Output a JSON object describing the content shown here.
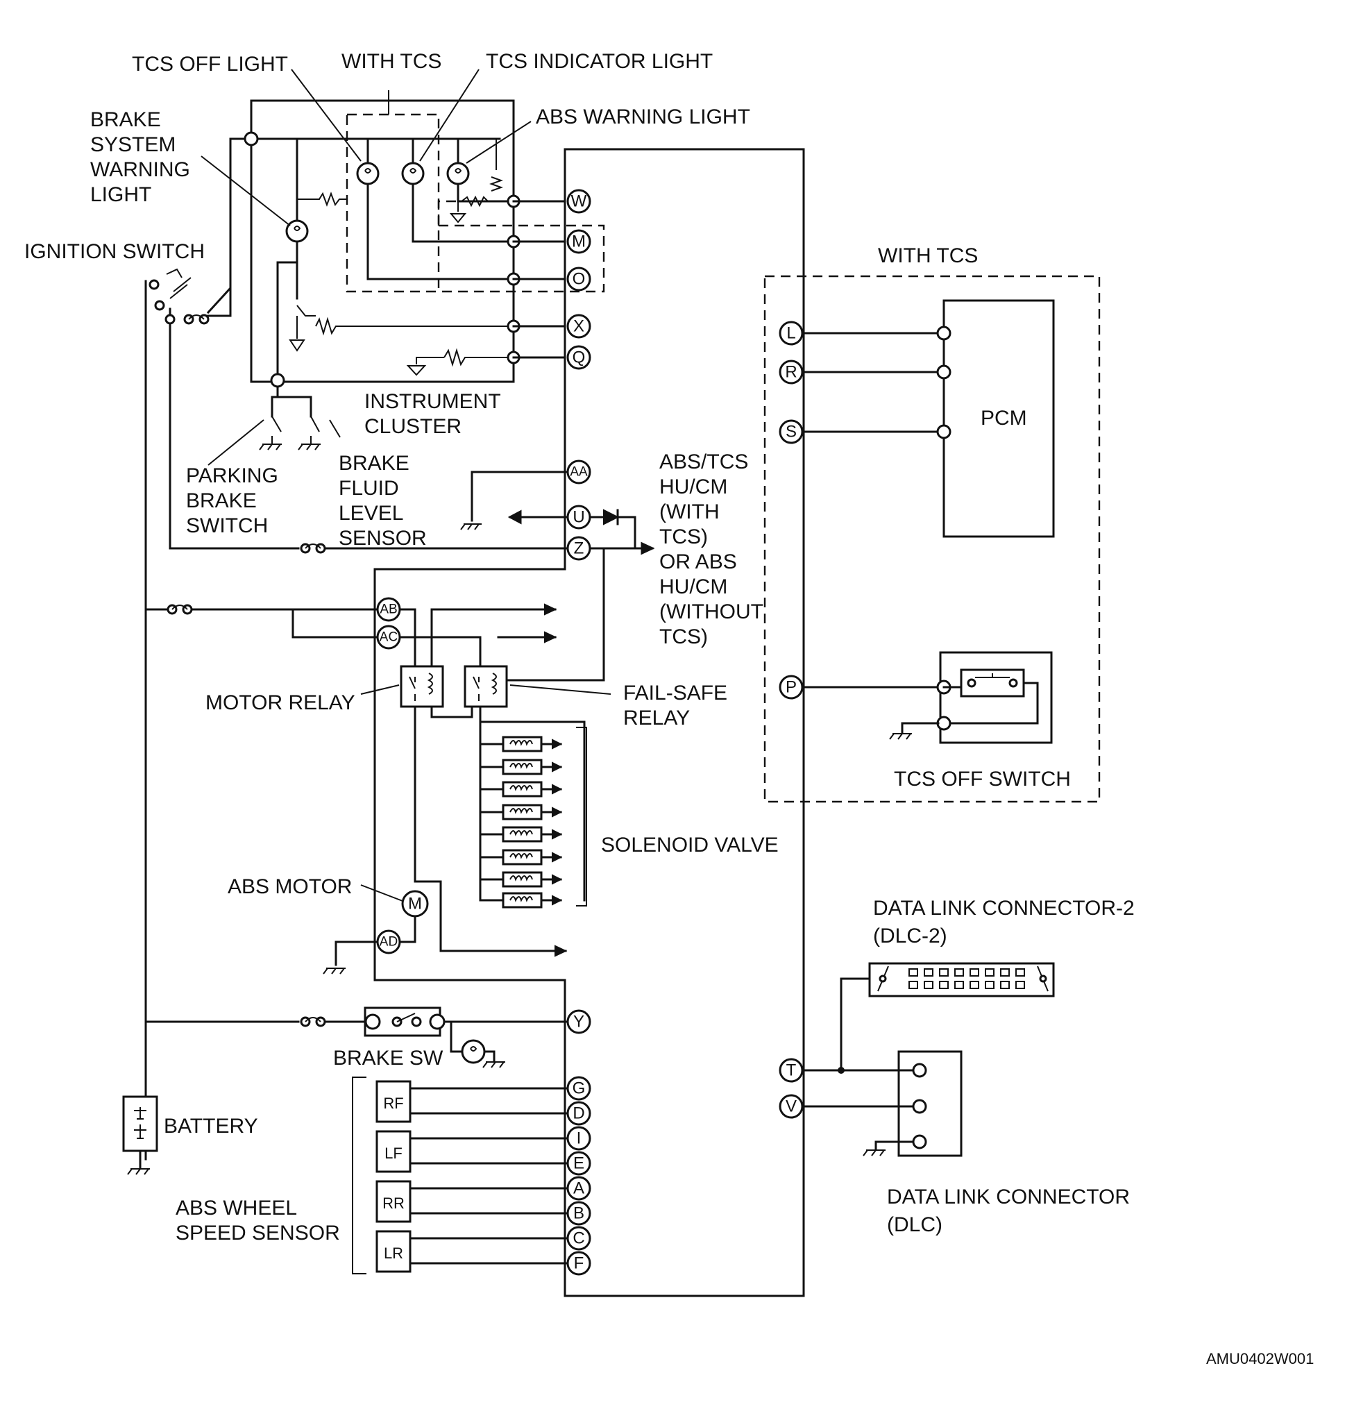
{
  "labels": {
    "tcs_off_light": "TCS OFF LIGHT",
    "with_tcs_top": "WITH TCS",
    "tcs_indicator_light": "TCS INDICATOR LIGHT",
    "abs_warning_light": "ABS WARNING LIGHT",
    "brake_warning_1": "BRAKE",
    "brake_warning_2": "SYSTEM",
    "brake_warning_3": "WARNING",
    "brake_warning_4": "LIGHT",
    "ignition_switch": "IGNITION SWITCH",
    "instrument_cluster_1": "INSTRUMENT",
    "instrument_cluster_2": "CLUSTER",
    "parking_brake_1": "PARKING",
    "parking_brake_2": "BRAKE",
    "parking_brake_3": "SWITCH",
    "brake_fluid_1": "BRAKE",
    "brake_fluid_2": "FLUID",
    "brake_fluid_3": "LEVEL",
    "brake_fluid_4": "SENSOR",
    "hucm_1": "ABS/TCS",
    "hucm_2": "HU/CM",
    "hucm_3": "(WITH",
    "hucm_4": "TCS)",
    "hucm_5": "OR ABS",
    "hucm_6": "HU/CM",
    "hucm_7": "(WITHOUT",
    "hucm_8": "TCS)",
    "with_tcs_right": "WITH TCS",
    "pcm": "PCM",
    "tcs_off_switch": "TCS  OFF SWITCH",
    "motor_relay": "MOTOR RELAY",
    "fail_safe_1": "FAIL-SAFE",
    "fail_safe_2": "RELAY",
    "solenoid_valve": "SOLENOID VALVE",
    "abs_motor": "ABS MOTOR",
    "dlc2_1": "DATA LINK CONNECTOR-2",
    "dlc2_2": "(DLC-2)",
    "brake_sw": "BRAKE SW",
    "battery": "BATTERY",
    "wheel_sensor_1": "ABS WHEEL",
    "wheel_sensor_2": "SPEED SENSOR",
    "dlc_1": "DATA LINK CONNECTOR",
    "dlc_2": "(DLC)",
    "figure_code": "AMU0402W001"
  },
  "wheel_sensors": {
    "rf": "RF",
    "lf": "LF",
    "rr": "RR",
    "lr": "LR"
  },
  "module_pins": {
    "w": "W",
    "m": "M",
    "o": "O",
    "x": "X",
    "q": "Q",
    "aa": "AA",
    "u": "U",
    "z": "Z",
    "ab": "AB",
    "ac": "AC",
    "ad": "AD",
    "y": "Y",
    "g": "G",
    "d": "D",
    "i": "I",
    "e": "E",
    "a": "A",
    "b": "B",
    "c": "C",
    "f": "F",
    "l": "L",
    "r": "R",
    "s": "S",
    "p": "P",
    "t": "T",
    "v": "V",
    "motor": "M"
  }
}
